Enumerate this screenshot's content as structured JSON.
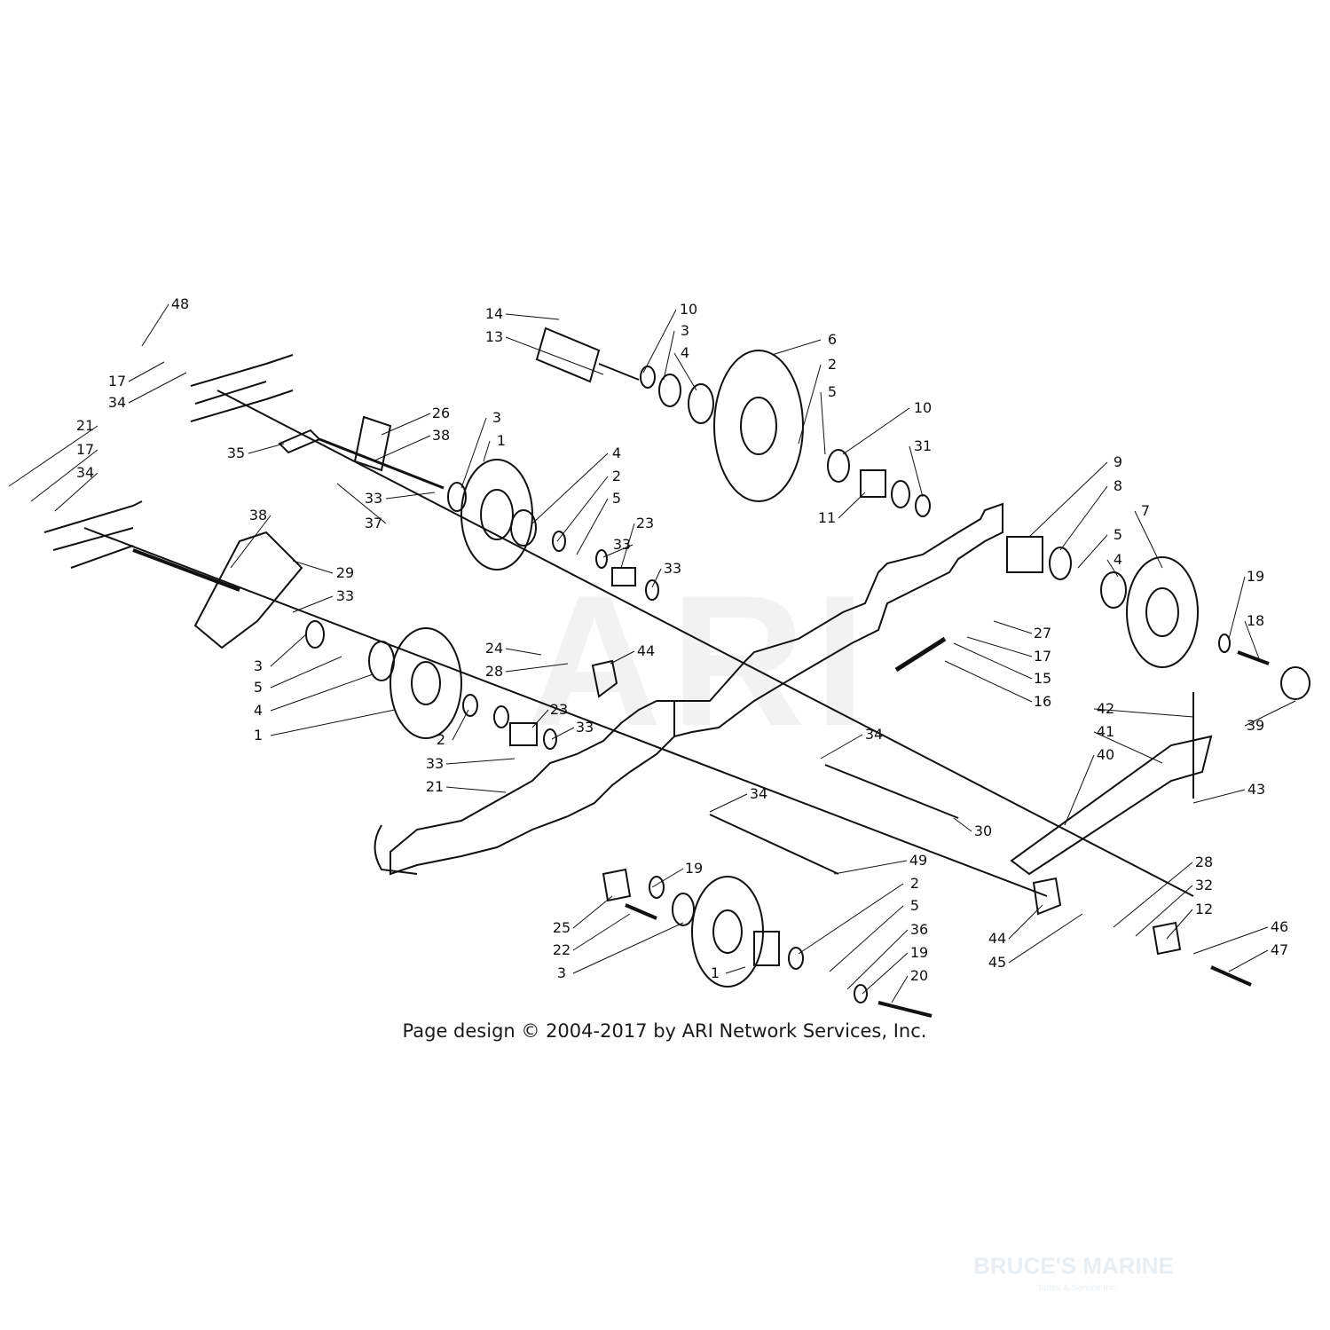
{
  "watermark": {
    "text": "ARI",
    "brand": "BRUCE'S MARINE",
    "brand_sub": "Sales & Service Inc."
  },
  "copyright": "Page design © 2004-2017 by ARI Network Services, Inc.",
  "part_callouts": [
    "48",
    "17",
    "34",
    "21",
    "17",
    "34",
    "35",
    "26",
    "38",
    "33",
    "37",
    "38",
    "29",
    "33",
    "3",
    "5",
    "4",
    "1",
    "14",
    "13",
    "10",
    "3",
    "4",
    "6",
    "2",
    "5",
    "10",
    "31",
    "11",
    "3",
    "1",
    "4",
    "2",
    "5",
    "23",
    "33",
    "33",
    "9",
    "8",
    "5",
    "4",
    "7",
    "19",
    "18",
    "39",
    "27",
    "17",
    "15",
    "16",
    "24",
    "28",
    "44",
    "2",
    "23",
    "33",
    "33",
    "21",
    "34",
    "42",
    "41",
    "40",
    "43",
    "34",
    "30",
    "49",
    "19",
    "25",
    "22",
    "3",
    "1",
    "2",
    "5",
    "36",
    "19",
    "20",
    "28",
    "32",
    "12",
    "46",
    "47",
    "44",
    "45"
  ],
  "colors": {
    "line": "#111111",
    "watermark": "#f2f2f2"
  }
}
